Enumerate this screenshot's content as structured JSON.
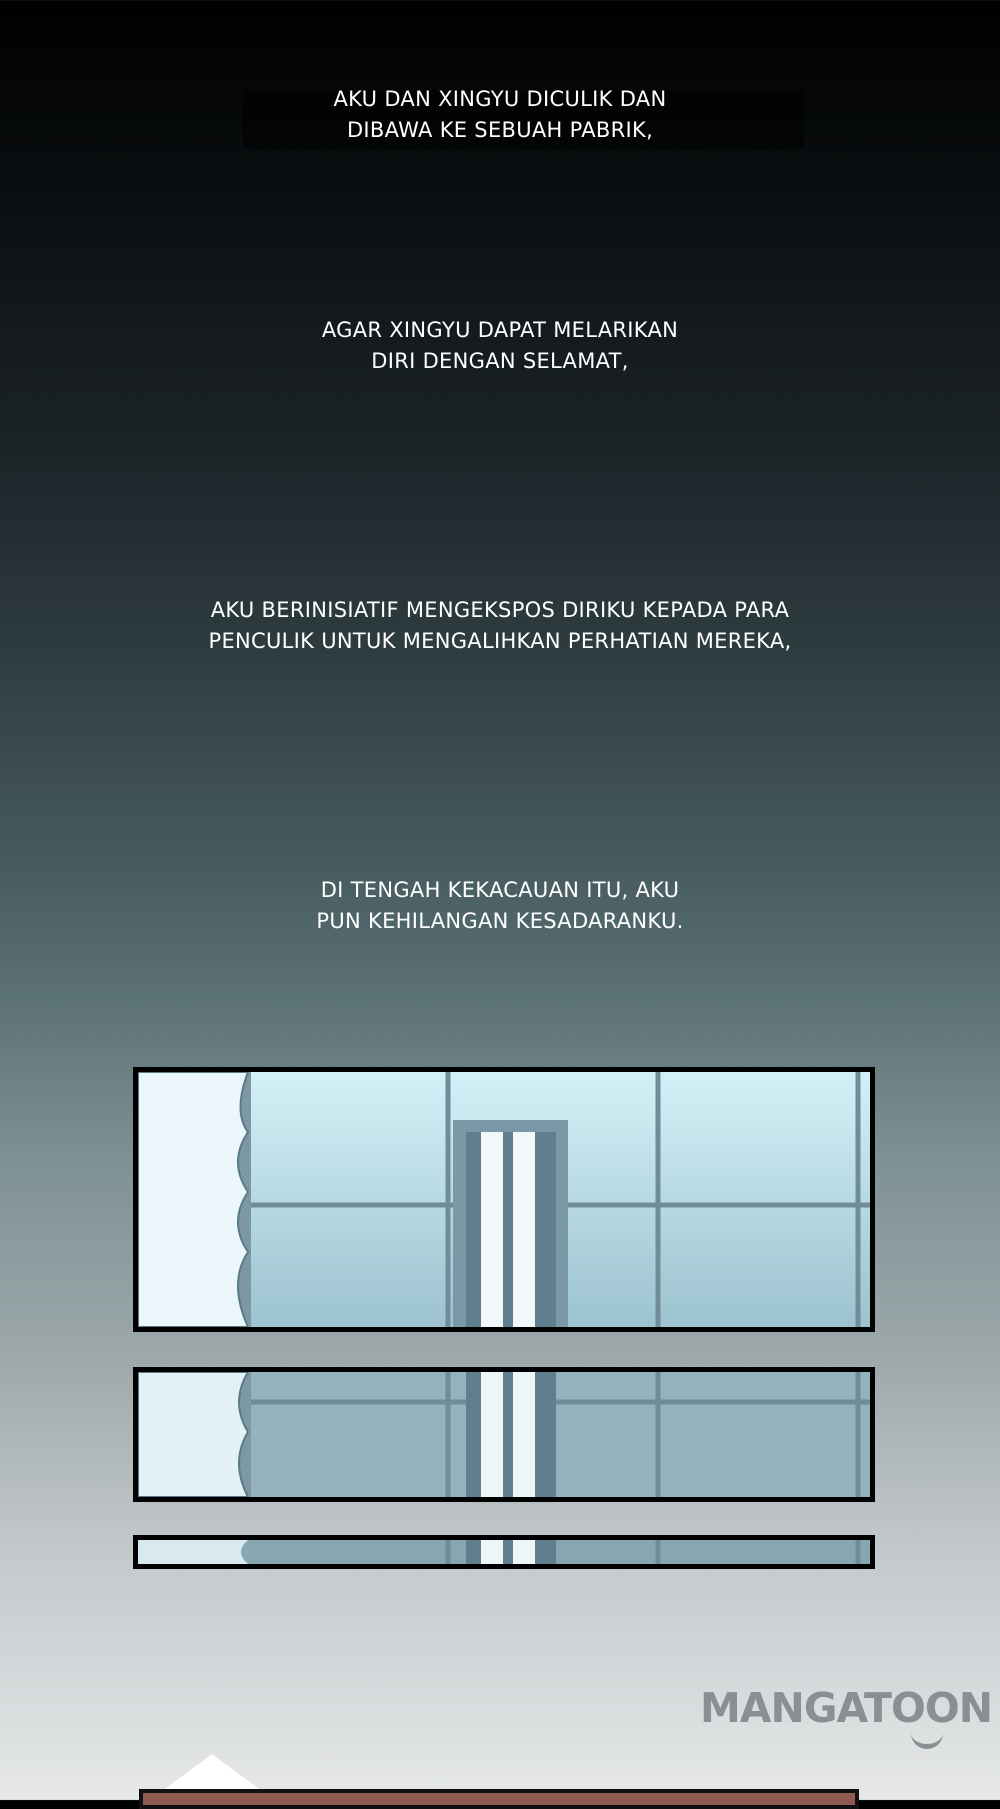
{
  "captions": [
    {
      "lines": [
        "AKU DAN XINGYU DICULIK DAN",
        "DIBAWA KE SEBUAH PABRIK,"
      ]
    },
    {
      "lines": [
        "AGAR XINGYU DAPAT MELARIKAN",
        "DIRI DENGAN SELAMAT,"
      ]
    },
    {
      "lines": [
        "AKU BERINISIATIF MENGEKSPOS DIRIKU KEPADA PARA",
        "PENCULIK UNTUK MENGALIHKAN PERHATIAN MEREKA,"
      ]
    },
    {
      "lines": [
        "DI TENGAH KEKACAUAN ITU, AKU",
        "PUN KEHILANGAN KESADARANKU."
      ]
    }
  ],
  "watermark": {
    "text": "MANGATOON"
  },
  "colors": {
    "panel_border": "#000000",
    "window_sky": "#cdeef6",
    "frame": "#6f8c99",
    "curtain": "#eaf6fb",
    "logo": "#8c8f91"
  }
}
